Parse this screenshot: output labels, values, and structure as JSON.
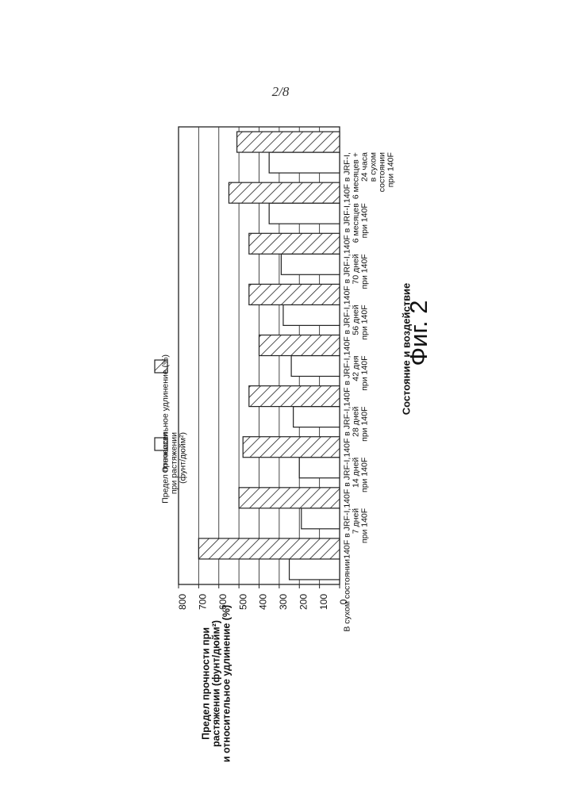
{
  "page": {
    "number": "2/8",
    "caption": "Фиг. 2"
  },
  "chart_data": {
    "type": "bar",
    "orientation": "rotated 90° counter-clockwise (values increase upward on page)",
    "xlabel": "Состояние и воздействие",
    "ylabel": [
      "Предел прочности при",
      "растяжении (фунт/дюйм²)",
      "и относительное удлинение (%)"
    ],
    "ylim": [
      0,
      800
    ],
    "yticks": [
      0,
      100,
      200,
      300,
      400,
      500,
      600,
      700,
      800
    ],
    "grid": true,
    "legend_position": "top",
    "categories": [
      [
        "В сухом состоянии"
      ],
      [
        "140F в JRF-I,",
        "7 дней",
        "при 140F"
      ],
      [
        "140F в JRF-I,",
        "14 дней",
        "при 140F"
      ],
      [
        "140F в JRF-I,",
        "28 дней",
        "при 140F"
      ],
      [
        "140F в JRF-I,",
        "42 дня",
        "при 140F"
      ],
      [
        "140F в JRF-I,",
        "56 дней",
        "при 140F"
      ],
      [
        "140F в JRF-I,",
        "70 дней",
        "при 140F"
      ],
      [
        "140F в JRF-I,",
        "6 месяцев",
        "при 140F"
      ],
      [
        "140F в JRF-I,",
        "6 месяцев +",
        "24 часа",
        "в сухом",
        "состоянии",
        "при 140F"
      ]
    ],
    "series": [
      {
        "name": [
          "Предел прочности",
          "при растяжении",
          "(фунт/дюйм²)"
        ],
        "pattern": "plain",
        "values": [
          250,
          190,
          200,
          230,
          240,
          280,
          290,
          350,
          350
        ]
      },
      {
        "name": [
          "Относительное удлинение (%)"
        ],
        "pattern": "hatched",
        "values": [
          700,
          500,
          480,
          450,
          400,
          450,
          450,
          550,
          510
        ]
      }
    ]
  }
}
